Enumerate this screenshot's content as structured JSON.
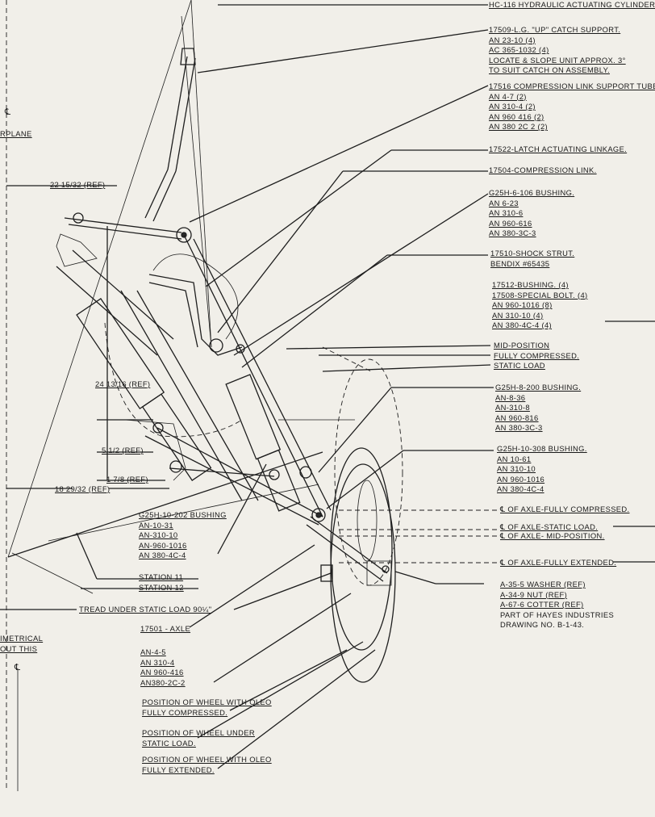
{
  "diagram": {
    "cl_symbol": "℄",
    "callouts": {
      "hc116": [
        "HC-116 HYDRAULIC ACTUATING CYLINDER."
      ],
      "s17509": [
        "17509-L.G. \"UP\" CATCH SUPPORT.",
        "AN 23-10        (4)",
        "AC 365-1032 (4)",
        "LOCATE & SLOPE UNIT APPROX. 3°",
        "TO SUIT CATCH ON ASSEMBLY."
      ],
      "s17516": [
        "17516 COMPRESSION LINK SUPPORT TUBE",
        "AN 4-7                    (2)",
        "AN 310-4                 (2)",
        "AN 960 416             (2)",
        "AN 380 2C 2            (2)"
      ],
      "s17522": [
        "17522-LATCH ACTUATING LINKAGE."
      ],
      "s17504": [
        "17504-COMPRESSION LINK."
      ],
      "g6106": [
        "G25H-6-106 BUSHING.",
        "AN 6-23",
        "AN 310-6",
        "AN 960-616",
        "AN 380-3C-3"
      ],
      "s17510": [
        "17510-SHOCK STRUT.",
        "BENDIX #65435"
      ],
      "s17512": [
        "17512-BUSHING.              (4)",
        "17508-SPECIAL BOLT.  (4)",
        "AN 960-1016                (8)",
        "AN 310-10                    (4)",
        "AN 380-4C-4                (4)"
      ],
      "positions": [
        "MID-POSITION",
        "FULLY COMPRESSED.",
        "STATIC LOAD"
      ],
      "g8200": [
        "G25H-8-200 BUSHING.",
        "AN-8-36",
        "AN-310-8",
        "AN 960-816",
        "AN 380-3C-3"
      ],
      "g10308": [
        "G25H-10-308 BUSHING.",
        "AN 10-61",
        "AN 310-10",
        "AN 960-1016",
        "AN 380-4C-4"
      ],
      "axle_fc": [
        "℄ OF AXLE-FULLY COMPRESSED."
      ],
      "axle_sl": [
        "℄ OF AXLE-STATIC LOAD."
      ],
      "axle_mp": [
        "℄ OF AXLE- MID-POSITION."
      ],
      "axle_fe": [
        "℄ OF AXLE-FULLY EXTENDED."
      ],
      "hayes": [
        "A-35-5  WASHER  (REF)",
        "A-34-9   NUT       (REF)",
        "A-67-6  COTTER  (REF)",
        "PART OF HAYES INDUSTRIES",
        "DRAWING  NO. B-1-43."
      ],
      "g10202": [
        "G25H-10-202 BUSHING",
        "AN-10-31",
        "AN-310-10",
        "AN-960-1016",
        "AN 380-4C-4"
      ],
      "stations": [
        "STATION 11",
        "STATION 12"
      ],
      "tread": [
        "TREAD UNDER STATIC LOAD 90¼\""
      ],
      "axle": [
        "17501 - AXLE"
      ],
      "an4": [
        "AN-4-5",
        "AN 310-4",
        "AN 960-416",
        "AN380-2C-2"
      ],
      "pos_comp": [
        "POSITION OF WHEEL WITH OLEO",
        "FULLY COMPRESSED."
      ],
      "pos_static": [
        "POSITION OF WHEEL UNDER",
        "STATIC LOAD."
      ],
      "pos_ext": [
        "POSITION OF WHEEL WITH OLEO",
        "FULLY EXTENDED."
      ],
      "airplane": [
        "RPLANE"
      ],
      "symmetrical": [
        "IMETRICAL",
        "OUT THIS"
      ]
    },
    "dimensions": {
      "d1": "22 15/32 (REF)",
      "d2": "24 13/16 (REF)",
      "d3": "5 1/2 (REF)",
      "d4": "1 7/8 (REF)",
      "d5": "18 29/32 (REF)"
    }
  }
}
